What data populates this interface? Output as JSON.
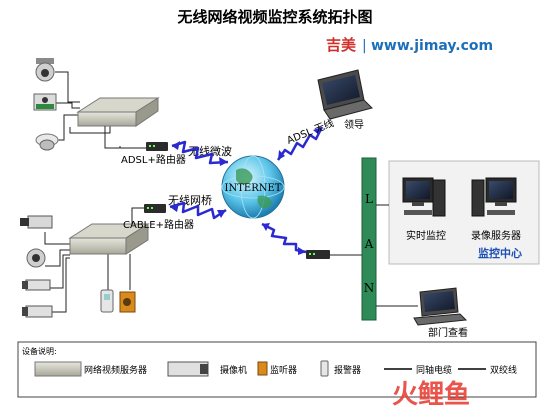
{
  "title": "无线网络视频监控系统拓扑图",
  "brand": {
    "name": "吉美",
    "separator": "|",
    "url": "www.jimay.com"
  },
  "links": {
    "adsl_router": "ADSL+路由器",
    "wireless_microwave": "无线微波",
    "wireless_bridge": "无线网桥",
    "cable_router": "CABLE+路由器",
    "adsl_wireless": "ADSL 无线",
    "internet": "INTERNET"
  },
  "nodes": {
    "leader": "领导",
    "realtime_monitor": "实时监控",
    "recording_server": "录像服务器",
    "monitoring_center": "监控中心",
    "department_view": "部门查看"
  },
  "lan_letters": [
    "L",
    "A",
    "N"
  ],
  "legend": {
    "title": "设备说明:",
    "items": [
      "网络视频服务器",
      "摄像机",
      "监听器",
      "报警器",
      "同轴电缆",
      "双绞线"
    ]
  },
  "watermark": "火鲤鱼",
  "colors": {
    "title": "#000000",
    "brand_name": "#d0302a",
    "brand_url": "#1c6fb8",
    "lightning": "#2a2ad0",
    "lan_bar": "#2e8b57",
    "monitor_panel": "#f2f2f2",
    "monitoring_center_text": "#1c50b4",
    "watermark": "#e8463c"
  }
}
